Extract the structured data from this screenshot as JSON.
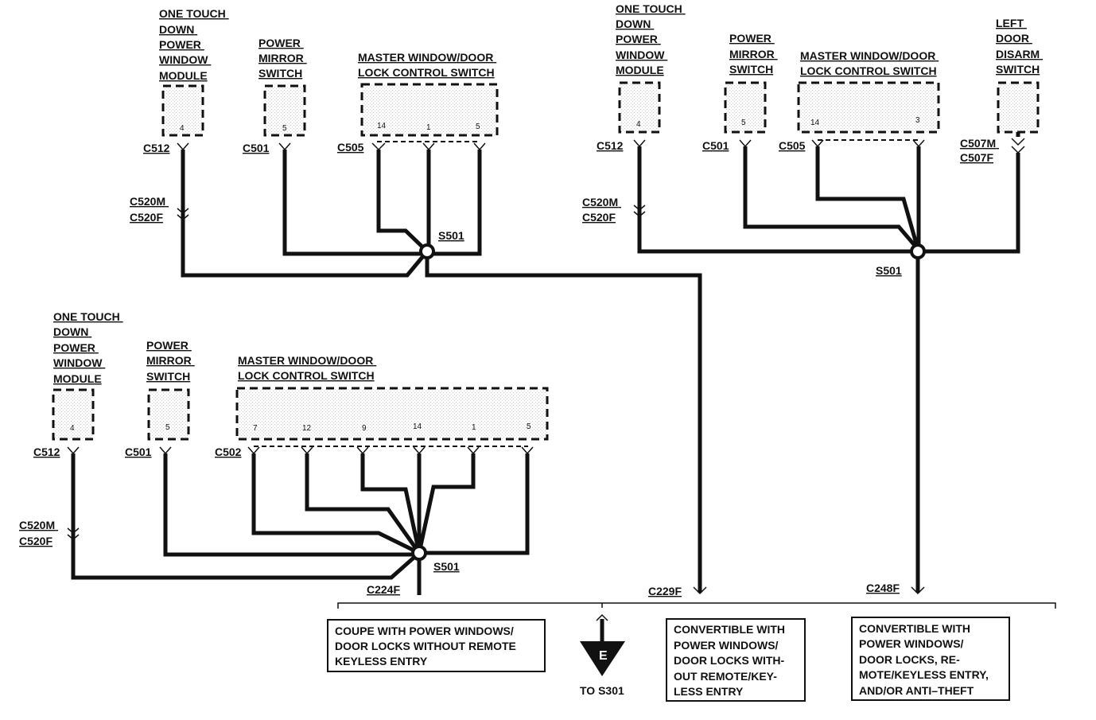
{
  "panels": [
    {
      "id": "coupe",
      "module_label": [
        "ONE TOUCH",
        "DOWN",
        "POWER",
        "WINDOW",
        "MODULE"
      ],
      "module_pin": "4",
      "module_conn": "C512",
      "inline_conn": [
        "C520M",
        "C520F"
      ],
      "mirror_label": [
        "POWER",
        "MIRROR",
        "SWITCH"
      ],
      "mirror_pin": "5",
      "mirror_conn": "C501",
      "master_label": [
        "MASTER WINDOW/DOOR",
        "LOCK CONTROL SWITCH"
      ],
      "master_pins": [
        "7",
        "12",
        "9",
        "14",
        "1",
        "5"
      ],
      "master_conn": "C502",
      "splice": "S501",
      "ground_conn": "C224F"
    },
    {
      "id": "convertible",
      "module_label": [
        "ONE TOUCH",
        "DOWN",
        "POWER",
        "WINDOW",
        "MODULE"
      ],
      "module_pin": "4",
      "module_conn": "C512",
      "inline_conn": [
        "C520M",
        "C520F"
      ],
      "mirror_label": [
        "POWER",
        "MIRROR",
        "SWITCH"
      ],
      "mirror_pin": "5",
      "mirror_conn": "C501",
      "master_label": [
        "MASTER WINDOW/DOOR",
        "LOCK CONTROL SWITCH"
      ],
      "master_pins": [
        "14",
        "1",
        "5"
      ],
      "master_conn": "C505",
      "splice": "S501",
      "ground_conn": "C229F"
    },
    {
      "id": "convertible_keyless",
      "module_label": [
        "ONE TOUCH",
        "DOWN",
        "POWER",
        "WINDOW",
        "MODULE"
      ],
      "module_pin": "4",
      "module_conn": "C512",
      "inline_conn": [
        "C520M",
        "C520F"
      ],
      "mirror_label": [
        "POWER",
        "MIRROR",
        "SWITCH"
      ],
      "mirror_pin": "5",
      "mirror_conn": "C501",
      "master_label": [
        "MASTER WINDOW/DOOR",
        "LOCK CONTROL SWITCH"
      ],
      "master_pins": [
        "14",
        "3"
      ],
      "master_conn": "C505",
      "disarm_label": [
        "LEFT",
        "DOOR",
        "DISARM",
        "SWITCH"
      ],
      "disarm_conn": [
        "C507M",
        "C507F"
      ],
      "splice": "S501",
      "ground_conn": "C248F"
    }
  ],
  "ground": {
    "symbol": "E",
    "label": "TO S301"
  },
  "notes": [
    [
      "COUPE WITH POWER WINDOWS/",
      "DOOR LOCKS WITHOUT REMOTE",
      "KEYLESS ENTRY"
    ],
    [
      "CONVERTIBLE WITH",
      "POWER WINDOWS/",
      "DOOR LOCKS WITH-",
      "OUT REMOTE/KEY-",
      "LESS ENTRY"
    ],
    [
      "CONVERTIBLE WITH",
      "POWER WINDOWS/",
      "DOOR LOCKS, RE-",
      "MOTE/KEYLESS ENTRY,",
      "AND/OR ANTI–THEFT"
    ]
  ]
}
